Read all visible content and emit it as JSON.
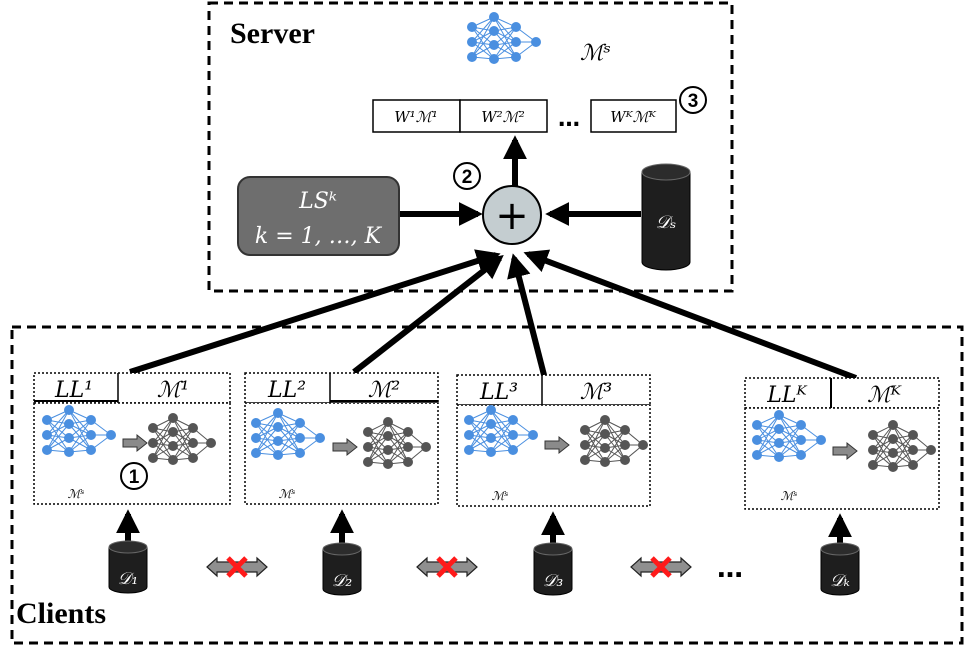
{
  "server": {
    "title": "Server",
    "model_label": "ℳˢ",
    "weights": [
      "W¹ℳ¹",
      "W²ℳ²",
      "Wᴷℳᴷ"
    ],
    "weights_ellipsis": "…",
    "step3": "3",
    "step2": "2",
    "aggregator_symbol": "+",
    "ls_line1": "LSᵏ",
    "ls_line2": "k = 1, …, K",
    "server_data": "𝒟ₛ"
  },
  "clients": {
    "title": "Clients",
    "step1": "1",
    "items": [
      {
        "ll": "LL¹",
        "m": "ℳ¹",
        "ms": "ℳˢ",
        "data": "𝒟₁"
      },
      {
        "ll": "LL²",
        "m": "ℳ²",
        "ms": "ℳˢ",
        "data": "𝒟₂"
      },
      {
        "ll": "LL³",
        "m": "ℳ³",
        "ms": "ℳˢ",
        "data": "𝒟₃"
      },
      {
        "ll": "LLᴷ",
        "m": "ℳᴷ",
        "ms": "ℳˢ",
        "data": "𝒟ₖ"
      }
    ],
    "ellipsis": "…"
  },
  "colors": {
    "blue_node": "#4a8fe0",
    "gray_node": "#555555",
    "ls_box": "#6e6e6e",
    "aggregator": "#c4cdd0",
    "cylinder": "#1e1e1e",
    "cross": "#ff1a1a"
  }
}
